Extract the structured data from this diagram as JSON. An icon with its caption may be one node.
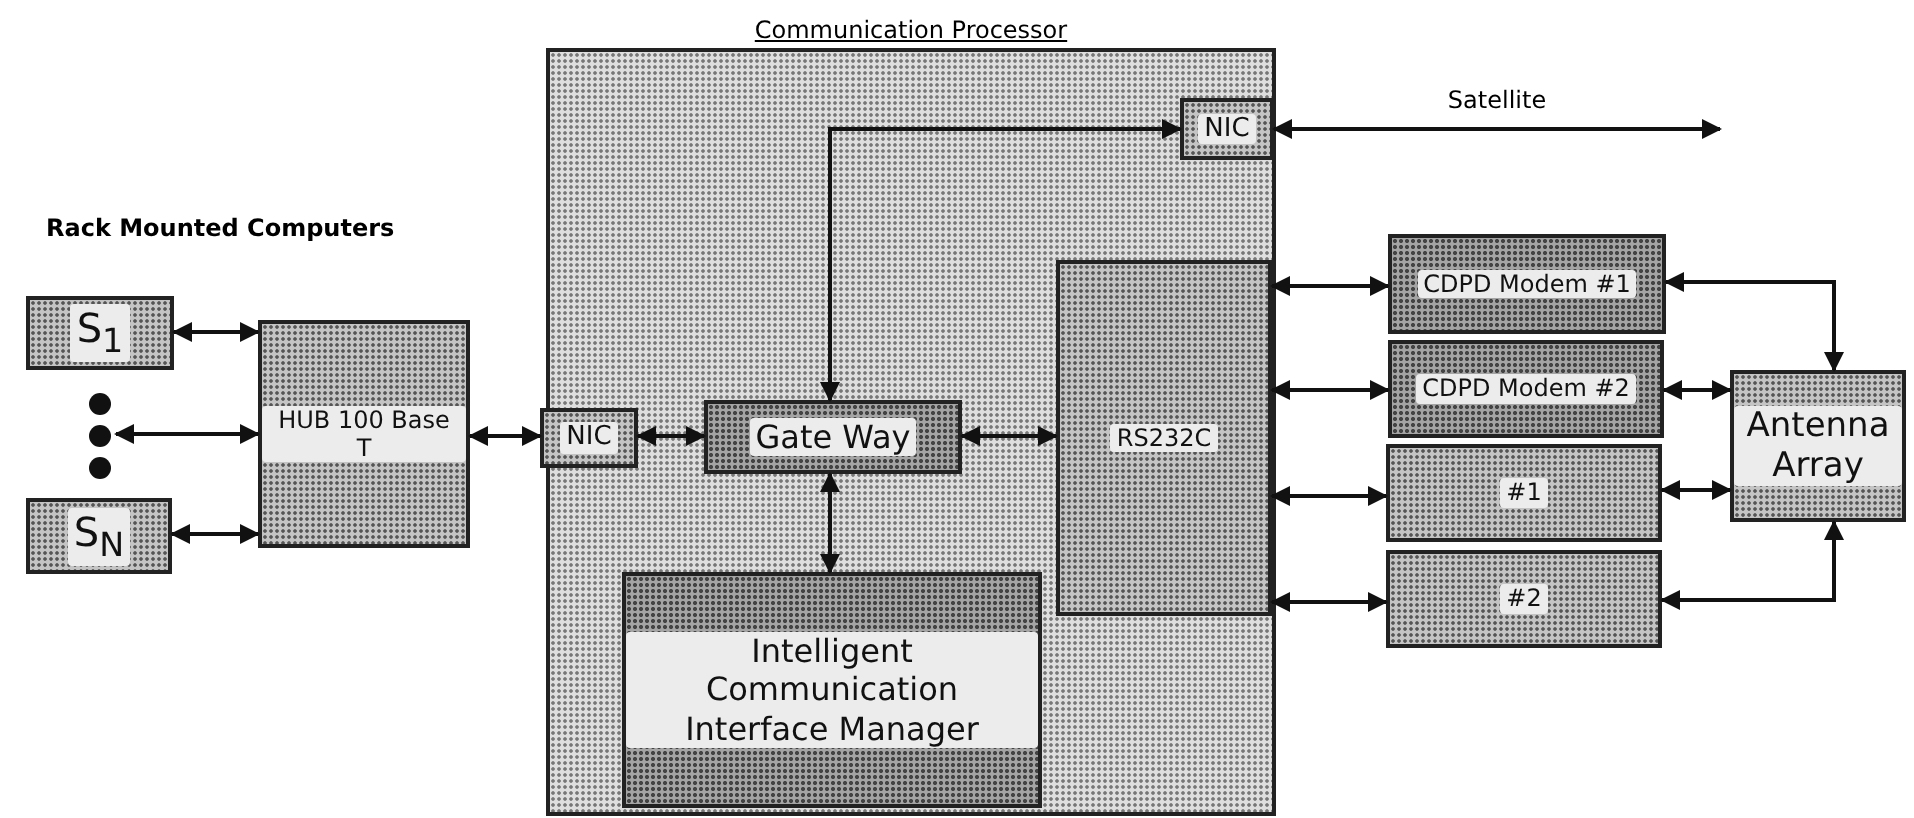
{
  "diagram": {
    "nodes": [
      {
        "text": [
          "Communication Processor"
        ]
      },
      {
        "text": [
          "S$_{1}$"
        ]
      },
      {
        "text": [],
        "shape": "dots"
      },
      {
        "text": [
          "S$_{N}$"
        ]
      },
      {
        "text": [
          "HUB 100 Base T"
        ]
      },
      {
        "text": [
          "NIC"
        ],
        "in": 0
      },
      {
        "text": [
          "Gate Way"
        ],
        "in": 0
      },
      {
        "text": [
          "NIC"
        ],
        "in": 0
      },
      {
        "text": [
          "RS232C"
        ],
        "in": 0
      },
      {
        "text": [
          "Intelligent Communication Interface Manager"
        ],
        "in": 0
      },
      {
        "text": [
          "CDPD Modem #1"
        ]
      },
      {
        "text": [
          "CDPD Modem #2"
        ]
      },
      {
        "text": [
          "#1"
        ]
      },
      {
        "text": [
          "#2"
        ]
      },
      {
        "text": [
          "Antenna Array"
        ]
      }
    ],
    "edges": [
      {
        "from": 1,
        "to": 4,
        "arrow": "both"
      },
      {
        "from": 2,
        "to": 4,
        "arrow": "both"
      },
      {
        "from": 3,
        "to": 4,
        "arrow": "both"
      },
      {
        "from": 4,
        "to": 5,
        "arrow": "both"
      },
      {
        "from": 5,
        "to": 6,
        "arrow": "both"
      },
      {
        "from": 6,
        "to": 7,
        "arrow": "both"
      },
      {
        "from": 7,
        "to": null,
        "arrow": "both",
        "label": "Satellite"
      },
      {
        "from": 6,
        "to": 8,
        "arrow": "both"
      },
      {
        "from": 6,
        "to": 9,
        "arrow": "both"
      },
      {
        "from": 8,
        "to": 10,
        "arrow": "both"
      },
      {
        "from": 8,
        "to": 11,
        "arrow": "both"
      },
      {
        "from": 8,
        "to": 12,
        "arrow": "both"
      },
      {
        "from": 8,
        "to": 13,
        "arrow": "both"
      },
      {
        "from": 10,
        "to": 14,
        "arrow": "both"
      },
      {
        "from": 11,
        "to": 14,
        "arrow": "both"
      },
      {
        "from": 12,
        "to": 14,
        "arrow": "both"
      },
      {
        "from": 13,
        "to": 14,
        "arrow": "both"
      }
    ],
    "labels": [
      "Rack Mounted Computers"
    ]
  }
}
